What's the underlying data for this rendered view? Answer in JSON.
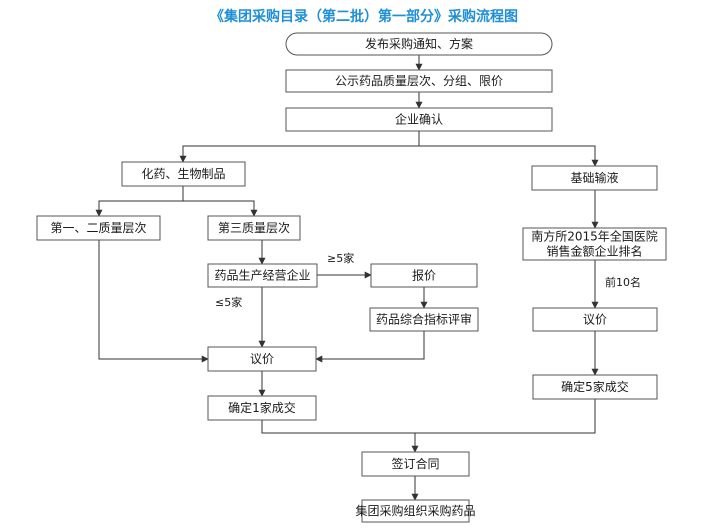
{
  "title": "《集团采购目录（第二批）第一部分》采购流程图",
  "nodes": [
    {
      "id": "publish",
      "text": "发布采购通知、方案",
      "shape": "rounded"
    },
    {
      "id": "announce",
      "text": "公示药品质量层次、分组、限价"
    },
    {
      "id": "confirm",
      "text": "企业确认"
    },
    {
      "id": "chem",
      "text": "化药、生物制品"
    },
    {
      "id": "basic",
      "text": "基础输液"
    },
    {
      "id": "q12",
      "text": "第一、二质量层次"
    },
    {
      "id": "q3",
      "text": "第三质量层次"
    },
    {
      "id": "rank",
      "text": "南方所2015年全国医院\n销售金额企业排名"
    },
    {
      "id": "maker",
      "text": "药品生产经营企业"
    },
    {
      "id": "quote",
      "text": "报价"
    },
    {
      "id": "evaluate",
      "text": "药品综合指标评审"
    },
    {
      "id": "negotiate",
      "text": "议价"
    },
    {
      "id": "negotiate2",
      "text": "议价"
    },
    {
      "id": "deal1",
      "text": "确定1家成交"
    },
    {
      "id": "deal5",
      "text": "确定5家成交"
    },
    {
      "id": "contract",
      "text": "签订合同"
    },
    {
      "id": "purchase",
      "text": "集团采购组织采购药品"
    }
  ],
  "edge_labels": {
    "ge5": "≥5家",
    "le5": "≤5家",
    "top10": "前10名"
  }
}
